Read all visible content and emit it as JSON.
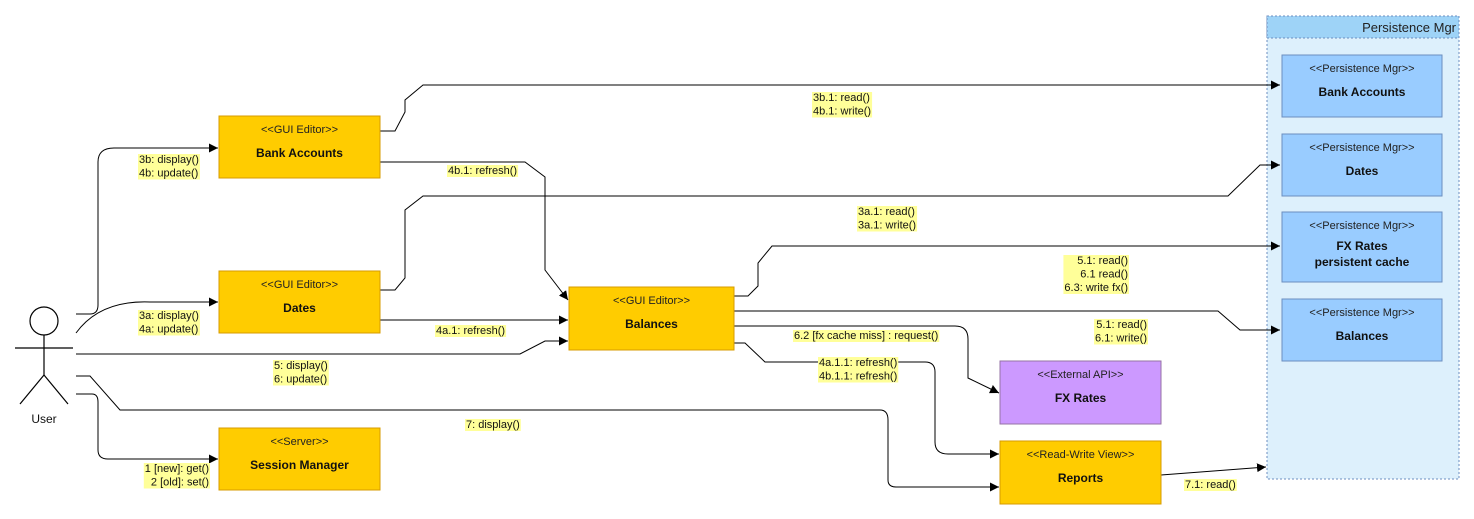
{
  "colors": {
    "gui": "#ffcc00",
    "gui_border": "#d79b00",
    "persist": "#99ccff",
    "persist_border": "#6c8ebf",
    "external": "#cc99ff",
    "external_border": "#9673a6",
    "label_bg": "#ffff99",
    "group_bg": "#ddf0fc",
    "group_header": "#9ed3f7"
  },
  "actor": {
    "name": "User"
  },
  "group": {
    "title": "Persistence Mgr"
  },
  "boxes": [
    {
      "id": "gui-bank",
      "stereotype": "<<GUI Editor>>",
      "name": [
        "Bank Accounts"
      ]
    },
    {
      "id": "gui-dates",
      "stereotype": "<<GUI Editor>>",
      "name": [
        "Dates"
      ]
    },
    {
      "id": "gui-balances",
      "stereotype": "<<GUI Editor>>",
      "name": [
        "Balances"
      ]
    },
    {
      "id": "server-session",
      "stereotype": "<<Server>>",
      "name": [
        "Session Manager"
      ]
    },
    {
      "id": "ext-fx",
      "stereotype": "<<External API>>",
      "name": [
        "FX Rates"
      ]
    },
    {
      "id": "view-reports",
      "stereotype": "<<Read-Write View>>",
      "name": [
        "Reports"
      ]
    },
    {
      "id": "pm-bank",
      "stereotype": "<<Persistence Mgr>>",
      "name": [
        "Bank Accounts"
      ]
    },
    {
      "id": "pm-dates",
      "stereotype": "<<Persistence Mgr>>",
      "name": [
        "Dates"
      ]
    },
    {
      "id": "pm-fx",
      "stereotype": "<<Persistence Mgr>>",
      "name": [
        "FX Rates",
        "persistent cache"
      ]
    },
    {
      "id": "pm-balances",
      "stereotype": "<<Persistence Mgr>>",
      "name": [
        "Balances"
      ]
    }
  ],
  "labels": [
    {
      "id": "lbl-3b",
      "lines": [
        "3b: display()",
        "4b: update()"
      ]
    },
    {
      "id": "lbl-3b1",
      "lines": [
        "3b.1: read()",
        "4b.1: write()"
      ]
    },
    {
      "id": "lbl-4b1",
      "lines": [
        "4b.1: refresh()"
      ]
    },
    {
      "id": "lbl-3a1",
      "lines": [
        "3a.1: read()",
        "3a.1: write()"
      ]
    },
    {
      "id": "lbl-3a",
      "lines": [
        "3a: display()",
        "4a: update()"
      ]
    },
    {
      "id": "lbl-4a1",
      "lines": [
        "4a.1: refresh()"
      ]
    },
    {
      "id": "lbl-5",
      "lines": [
        "5: display()",
        "6: update()"
      ]
    },
    {
      "id": "lbl-51-fx",
      "lines": [
        "5.1: read()",
        "6.1 read()",
        "6.3: write fx()"
      ]
    },
    {
      "id": "lbl-51-bal",
      "lines": [
        "5.1: read()",
        "6.1: write()"
      ]
    },
    {
      "id": "lbl-62",
      "lines": [
        "6.2 [fx cache miss] : request()"
      ]
    },
    {
      "id": "lbl-4a11",
      "lines": [
        "4a.1.1: refresh()",
        "4b.1.1: refresh()"
      ]
    },
    {
      "id": "lbl-7",
      "lines": [
        "7: display()"
      ]
    },
    {
      "id": "lbl-1",
      "lines": [
        "1 [new]: get()",
        "2 [old]: set()"
      ]
    },
    {
      "id": "lbl-71",
      "lines": [
        "7.1: read()"
      ]
    }
  ]
}
